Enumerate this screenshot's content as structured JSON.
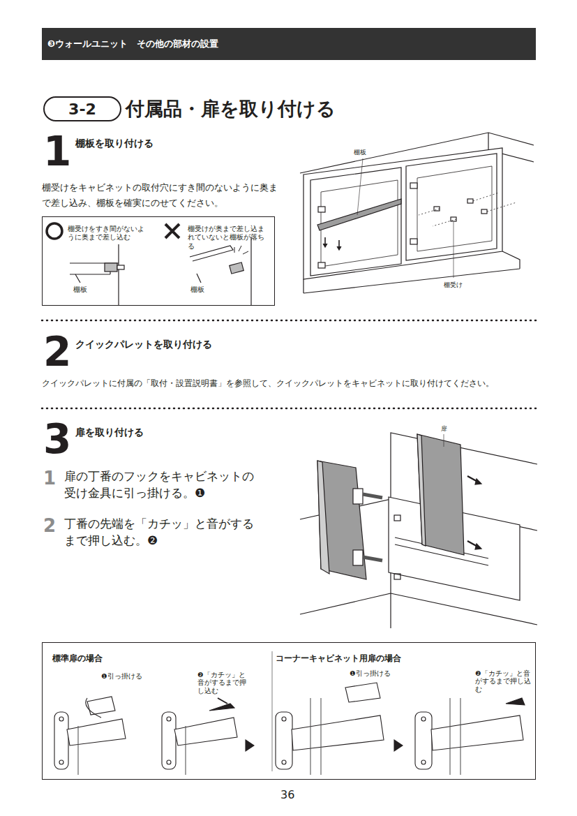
{
  "diagram": {
    "title": "付属品・扉を取り付ける",
    "nodes": [
      {
        "text": [
          "❸ウォールユニット　その他の部材の設置"
        ]
      },
      {
        "text": [
          "3-2"
        ]
      },
      {
        "text": [
          "棚受けをすき間がないように奥まで差し込む",
          "棚受けが奥まで差し込まれていないと棚板が落ちる",
          "棚板",
          "棚板"
        ]
      },
      {
        "text": [
          "標準扉の場合",
          "❶引っ掛ける",
          "❷「カチッ」と音がするまで押し込む",
          "コーナーキャビネット用扉の場合",
          "❶引っ掛ける",
          "❷「カチッ」と音がするまで押し込む"
        ]
      }
    ],
    "labels": [
      "1",
      "棚板を取り付ける",
      "棚受けをキャビネットの取付穴にすき間のないように奥まで差し込み、棚板を確実にのせてください。",
      "棚板",
      "棚受け",
      "2",
      "クイックパレットを取り付ける",
      "クイックパレットに付属の「取付・設置説明書」を参照して、クイックパレットをキャビネットに取り付けてください。",
      "3",
      "扉を取り付ける",
      "1",
      "扉の丁番のフックをキャビネットの受け金具に引っ掛ける。❶",
      "2",
      "丁番の先端を「カチッ」と音がするまで押し込む。❷",
      "扉",
      "36"
    ]
  }
}
